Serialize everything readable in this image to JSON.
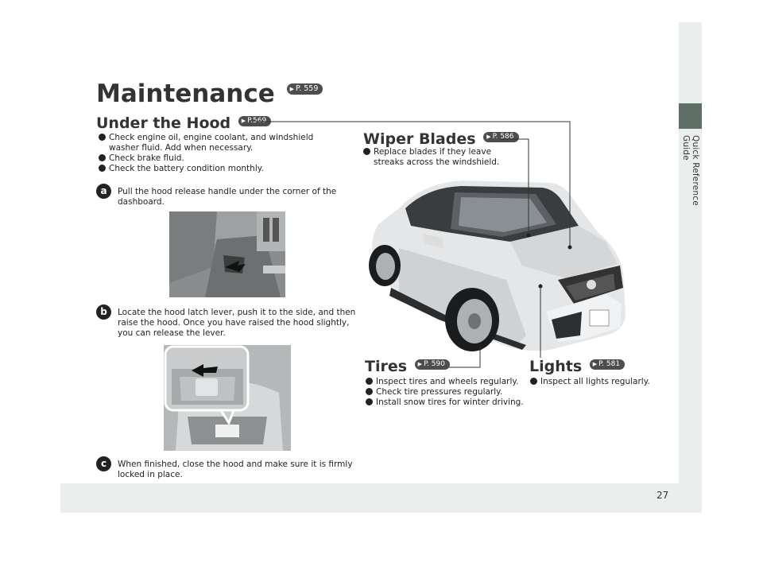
{
  "page": {
    "number": "27",
    "side_label": "Quick Reference Guide"
  },
  "title": {
    "text": "Maintenance",
    "ref": "P. 559"
  },
  "under_hood": {
    "title": "Under the Hood",
    "ref": "P.569",
    "bullets": [
      "Check engine oil, engine coolant, and windshield washer fluid. Add when necessary.",
      "Check brake fluid.",
      "Check the battery condition monthly."
    ],
    "steps": [
      {
        "badge": "a",
        "text": "Pull the hood release handle under the corner of the dashboard."
      },
      {
        "badge": "b",
        "text": "Locate the hood latch lever, push it to the side, and then raise the hood. Once you have raised the hood slightly, you can release the lever."
      },
      {
        "badge": "c",
        "text": "When finished, close the hood and make sure it is firmly locked in place."
      }
    ]
  },
  "wiper": {
    "title": "Wiper Blades",
    "ref": "P. 586",
    "bullets": [
      "Replace blades if they leave streaks across the windshield."
    ]
  },
  "tires": {
    "title": "Tires",
    "ref": "P. 590",
    "bullets": [
      "Inspect tires and wheels regularly.",
      "Check tire pressures regularly.",
      "Install snow tires for winter driving."
    ]
  },
  "lights": {
    "title": "Lights",
    "ref": "P. 581",
    "bullets": [
      "Inspect all lights regularly."
    ]
  },
  "colors": {
    "dark_text": "#333333",
    "band": "#eaeeec",
    "tab": "#5f6f68",
    "ref_pill": "#4d4d4d"
  }
}
